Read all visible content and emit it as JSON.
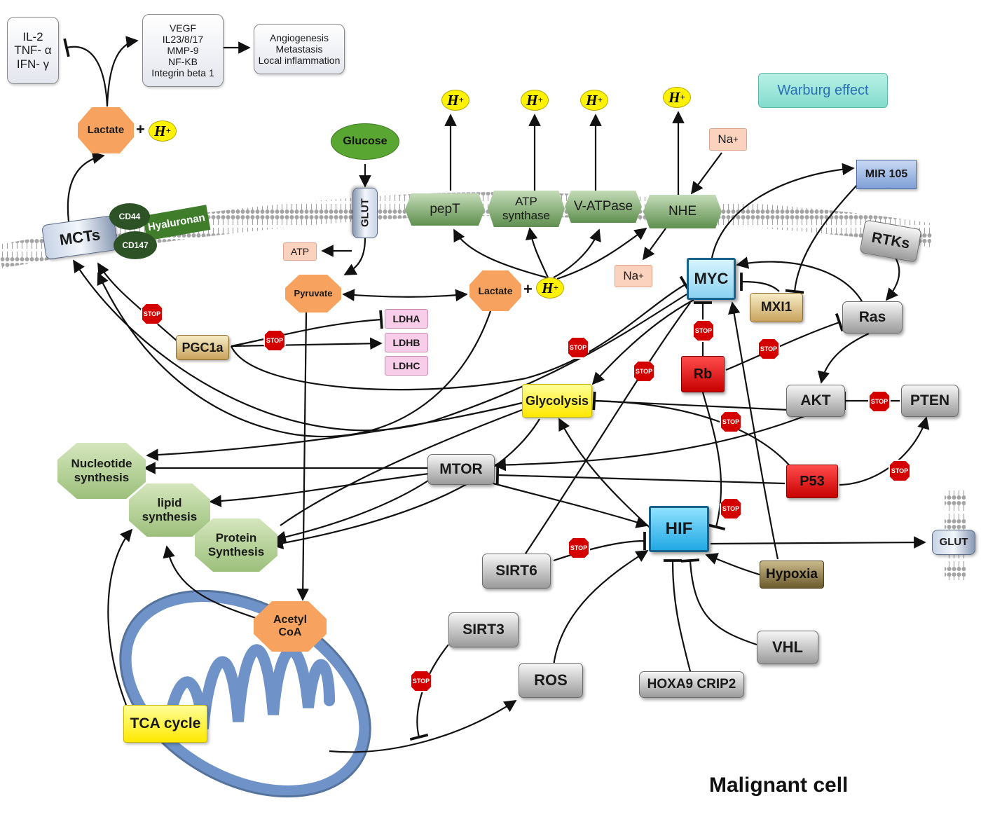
{
  "title": "Malignant cell",
  "banner": "Warburg effect",
  "cytokines": [
    "IL-2",
    "TNF- α",
    "IFN- γ"
  ],
  "factors": [
    "VEGF",
    "IL23/8/17",
    "MMP-9",
    "NF-KB",
    "Integrin beta 1"
  ],
  "outcomes": [
    "Angiogenesis",
    "Metastasis",
    "Local inflammation"
  ],
  "hplus_label": "H",
  "hplus_sup": "+",
  "plus_sign": "+",
  "stop_label": "STOP",
  "na_label": "Na",
  "na_sup": "+",
  "nodes": {
    "lactate_top": "Lactate",
    "lactate_mid": "Lactate",
    "glucose": "Glucose",
    "glut_membrane": "GLUT",
    "glut_right": "GLUT",
    "pept": "pepT",
    "atp_synthase": "ATP\nsynthase",
    "v_atpase": "V-ATPase",
    "nhe": "NHE",
    "mcts": "MCTs",
    "cd44": "CD44",
    "cd147": "CD147",
    "hyaluronan": "Hyaluronan",
    "atp": "ATP",
    "pyruvate": "Pyruvate",
    "ldha": "LDHA",
    "ldhb": "LDHB",
    "ldhc": "LDHC",
    "pgc1a": "PGC1a",
    "mir105": "MIR 105",
    "rtks": "RTKs",
    "myc": "MYC",
    "mxi1": "MXI1",
    "ras": "Ras",
    "rb": "Rb",
    "glycolysis": "Glycolysis",
    "akt": "AKT",
    "pten": "PTEN",
    "nucleotide": "Nucleotide\nsynthesis",
    "lipid": "lipid\nsynthesis",
    "protein": "Protein\nSynthesis",
    "mtor": "MTOR",
    "p53": "P53",
    "hif": "HIF",
    "sirt6": "SIRT6",
    "hypoxia": "Hypoxia",
    "acetyl_coa": "Acetyl\nCoA",
    "sirt3": "SIRT3",
    "ros": "ROS",
    "vhl": "VHL",
    "hoxa9": "HOXA9 CRIP2",
    "tca": "TCA cycle"
  },
  "colors": {
    "stop_red": "#d40000",
    "hplus_yellow": "#fff200",
    "hif_blue": "#21a8e3",
    "mito_blue": "#6f93c8",
    "membrane_gray": "#888888"
  }
}
